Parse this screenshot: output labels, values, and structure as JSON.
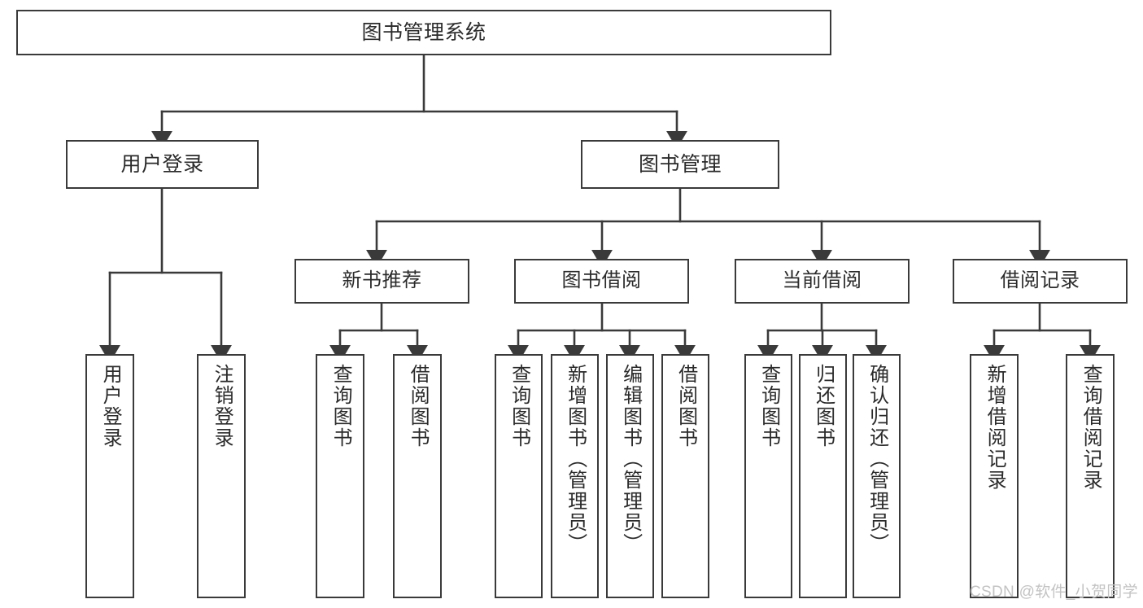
{
  "diagram": {
    "title": "图书管理系统",
    "type": "tree",
    "watermark": "CSDN @软件_小贺同学",
    "line_color": "#3a3a3a",
    "text_color": "#2b2b2b",
    "background": "#ffffff"
  },
  "nodes": {
    "root": {
      "label": "图书管理系统"
    },
    "tier1": [
      {
        "label": "用户登录"
      },
      {
        "label": "图书管理"
      }
    ],
    "tier2": [
      {
        "label": "新书推荐"
      },
      {
        "label": "图书借阅"
      },
      {
        "label": "当前借阅"
      },
      {
        "label": "借阅记录"
      }
    ],
    "leaves_user_login": [
      {
        "label": "用户登录"
      },
      {
        "label": "注销登录"
      }
    ],
    "leaves_new_book": [
      {
        "label": "查询图书"
      },
      {
        "label": "借阅图书"
      }
    ],
    "leaves_borrow": [
      {
        "label": "查询图书"
      },
      {
        "label": "新增图书（管理员）"
      },
      {
        "label": "编辑图书（管理员）"
      },
      {
        "label": "借阅图书"
      }
    ],
    "leaves_current": [
      {
        "label": "查询图书"
      },
      {
        "label": "归还图书"
      },
      {
        "label": "确认归还（管理员）"
      }
    ],
    "leaves_record": [
      {
        "label": "新增借阅记录"
      },
      {
        "label": "查询借阅记录"
      }
    ]
  }
}
